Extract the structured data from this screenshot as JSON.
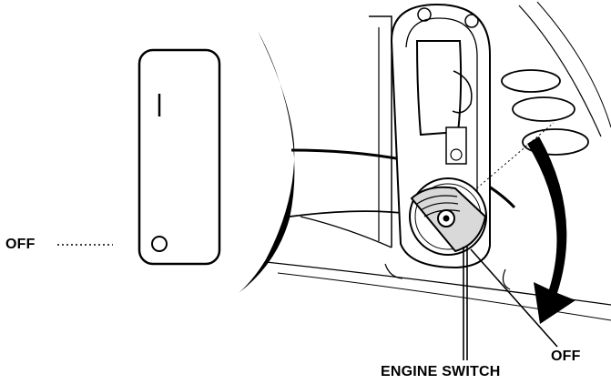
{
  "labels": {
    "off_left": "OFF",
    "off_right": "OFF",
    "engine_switch": "ENGINE SWITCH"
  },
  "switch_panel": {
    "on_symbol": "I",
    "off_symbol": "O"
  },
  "colors": {
    "ink": "#000000",
    "paper": "#ffffff",
    "shade": "#cfcfcf"
  }
}
